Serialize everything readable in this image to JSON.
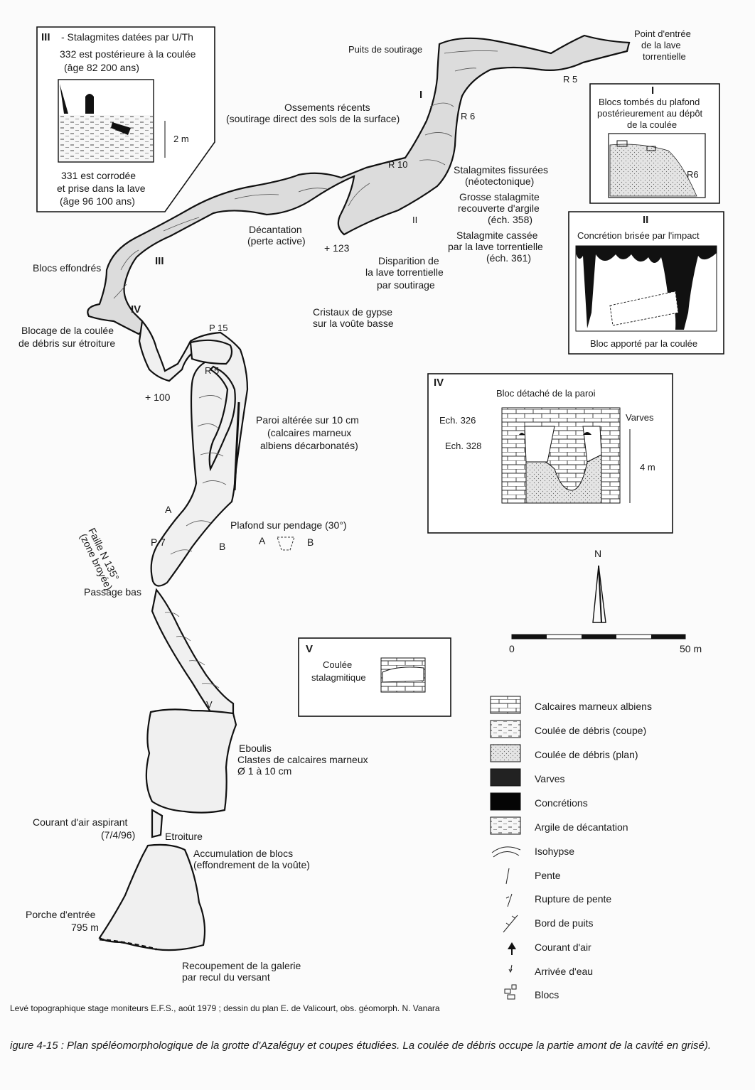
{
  "inset_III": {
    "numeral": "III",
    "title": " - Stalagmites datées par U/Th",
    "line1": "332 est postérieure à la coulée",
    "line2": "(âge 82 200 ans)",
    "scale": "2 m",
    "line3": "331 est corrodée",
    "line4": "et prise dans la lave",
    "line5": "(âge 96 100 ans)"
  },
  "inset_I": {
    "numeral": "I",
    "line1": "Blocs tombés du plafond",
    "line2": "postérieurement au dépôt",
    "line3": "de la coulée",
    "tag": "R6"
  },
  "inset_II": {
    "numeral": "II",
    "title": "Concrétion brisée par l'impact",
    "bottom": "Bloc apporté par la coulée"
  },
  "inset_IV": {
    "numeral": "IV",
    "title": "Bloc détaché de la paroi",
    "ech1": "Ech. 326",
    "ech2": "Ech. 328",
    "varves": "Varves",
    "scale": "4 m"
  },
  "inset_V": {
    "numeral": "V",
    "line1": "Coulée",
    "line2": "stalagmitique"
  },
  "labels": {
    "entry1": "Point d'entrée",
    "entry2": "de la lave",
    "entry3": "torrentielle",
    "puits": "Puits de soutirage",
    "r5a": "R 5",
    "r6": "R 6",
    "r10": "R 10",
    "roman1": "I",
    "roman2": "II",
    "roman3": "III",
    "roman4": "IV",
    "roman5": "V",
    "oss1": "Ossements récents",
    "oss2": "(soutirage direct des sols de la surface)",
    "stal1": "Stalagmites fissurées",
    "stal2": "(néotectonique)",
    "gros1": "Grosse stalagmite",
    "gros2": "recouverte d'argile",
    "gros3": "(éch. 358)",
    "cass1": "Stalagmite cassée",
    "cass2": "par la lave torrentielle",
    "cass3": "(éch. 361)",
    "dec1": "Décantation",
    "dec2": "(perte active)",
    "p123": "+ 123",
    "disp1": "Disparition de",
    "disp2": "la lave torrentielle",
    "disp3": "par soutirage",
    "blocsEff": "Blocs effondrés",
    "cris1": "Cristaux de gypse",
    "cris2": "sur la voûte basse",
    "blocage1": "Blocage de la coulée",
    "blocage2": "de débris sur étroiture",
    "p15": "P 15",
    "r5b": "R 5",
    "p100": "+ 100",
    "paroi1": "Paroi altérée sur 10 cm",
    "paroi2": "(calcaires marneux",
    "paroi3": "albiens décarbonatés)",
    "A1": "A",
    "plafond": "Plafond sur pendage (30°)",
    "A2": "A",
    "B1": "B",
    "B2": "B",
    "p7": "P 7",
    "faille1": "Faille N 135°",
    "faille2": "(zone broyée)",
    "passage": "Passage bas",
    "north": "N",
    "scale0": "0",
    "scale50": "50 m",
    "eboulis1": "Eboulis",
    "eboulis2": "Clastes de calcaires marneux",
    "eboulis3": "Ø 1 à 10 cm",
    "courant1": "Courant d'air aspirant",
    "courant2": "(7/4/96)",
    "etroiture": "Etroiture",
    "accu1": "Accumulation de blocs",
    "accu2": "(effondrement de la voûte)",
    "porche1": "Porche d'entrée",
    "porche2": "795 m",
    "recoup1": "Recoupement de la galerie",
    "recoup2": "par recul du versant"
  },
  "legend": [
    {
      "label": "Calcaires marneux albiens",
      "swatch": "limestone"
    },
    {
      "label": "Coulée de débris (coupe)",
      "swatch": "debris-section"
    },
    {
      "label": "Coulée de débris (plan)",
      "swatch": "debris-plan"
    },
    {
      "label": "Varves",
      "swatch": "varves"
    },
    {
      "label": "Concrétions",
      "swatch": "concretions"
    },
    {
      "label": "Argile de décantation",
      "swatch": "clay"
    },
    {
      "label": "Isohypse",
      "swatch": "isohypse"
    },
    {
      "label": "Pente",
      "swatch": "slope"
    },
    {
      "label": "Rupture de pente",
      "swatch": "slope-break"
    },
    {
      "label": "Bord de puits",
      "swatch": "pit-edge"
    },
    {
      "label": "Courant d'air",
      "swatch": "air-current"
    },
    {
      "label": "Arrivée d'eau",
      "swatch": "water-inflow"
    },
    {
      "label": "Blocs",
      "swatch": "blocks"
    }
  ],
  "credits": "Levé topographique stage moniteurs E.F.S., août 1979  ; dessin du plan E. de Valicourt, obs. géomorph. N. Vanara",
  "caption": "igure 4-15 : Plan spéléomorphologique de la grotte d'Azaléguy et coupes étudiées. La coulée de débris occupe la partie amont de la cavité en grisé)."
}
